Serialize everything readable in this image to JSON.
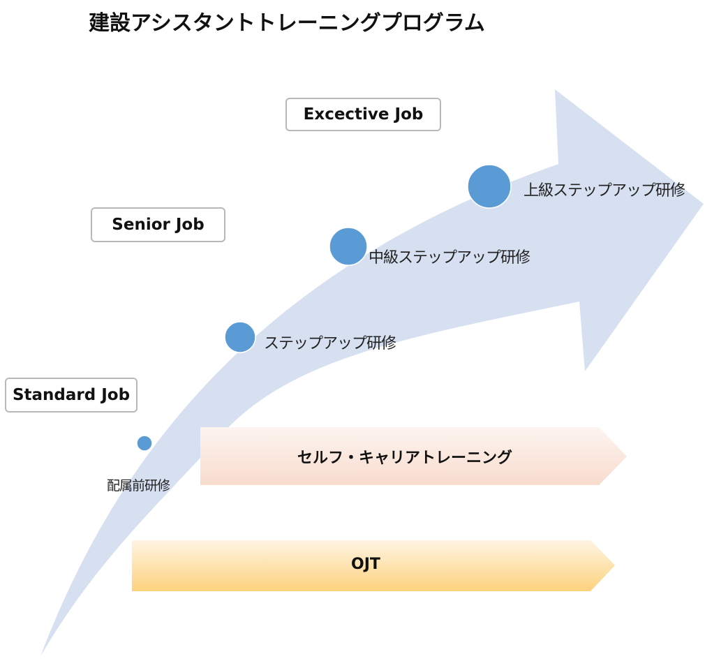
{
  "title": "建設アシスタントトレーニングプログラム",
  "jobs": {
    "executive": "Excective Job",
    "senior": "Senior Job",
    "standard": "Standard Job"
  },
  "steps": {
    "pre_assignment": "配属前研修",
    "step_up": "ステップアップ研修",
    "intermediate": "中級ステップアップ研修",
    "advanced": "上級ステップアップ研修"
  },
  "bands": {
    "self_career": "セルフ・キャリアトレーニング",
    "ojt": "OJT"
  },
  "colors": {
    "main_arrow": "#d6e0f0",
    "dot": "#5b9bd5",
    "box_border": "#b8b8b8",
    "self_career_fill_start": "#f9ddd0",
    "self_career_fill_end": "#fdf3ef",
    "ojt_fill_top": "#fdf0d8",
    "ojt_fill_bottom": "#fdd68a"
  },
  "icons": {
    "milestone": "circle-dot",
    "band_arrow": "chevron-arrow"
  }
}
